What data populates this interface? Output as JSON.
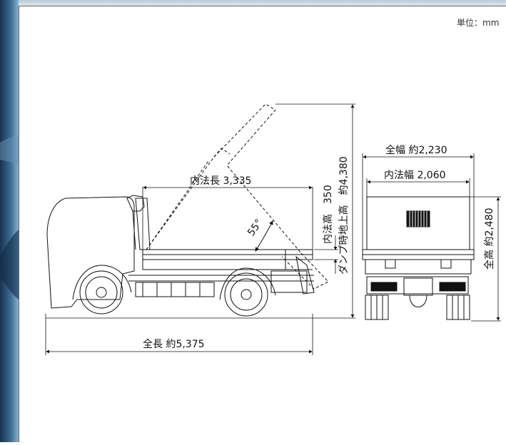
{
  "unit_label": "単位：mm",
  "dimensions": {
    "inner_length": "内法長 3,335",
    "inner_height": "内法高　350",
    "dump_height": "ダンプ時地上高　約4,380",
    "angle": "55°",
    "overall_length": "全長 約5,375",
    "overall_width": "全幅 約2,230",
    "inner_width": "内法幅 2,060",
    "overall_height": "全高 約2,480"
  },
  "colors": {
    "background_left": "#2d5a82",
    "line": "#111111",
    "frame": "#555555"
  }
}
